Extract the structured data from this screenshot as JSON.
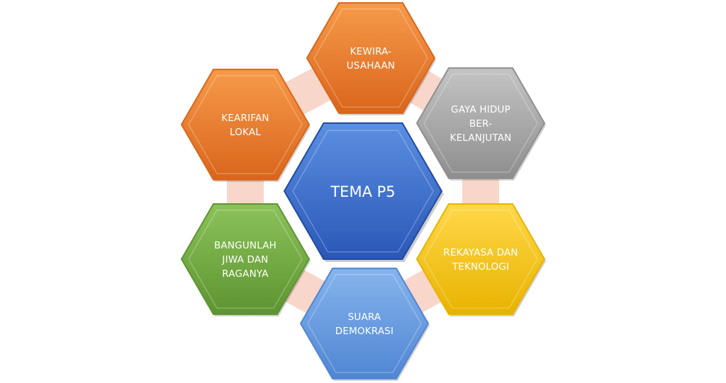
{
  "center": {
    "label": "TEMA P5",
    "color_light": "#5b8fe0",
    "color_dark": "#2a57b8"
  },
  "themes": [
    {
      "id": "kewirausahaan",
      "lines": [
        "KEWIRA-",
        "USAHAAN"
      ],
      "color_light": "#f79a4a",
      "color_dark": "#d9651b"
    },
    {
      "id": "gaya-hidup",
      "lines": [
        "GAYA HIDUP",
        "BER-",
        "KELANJUTAN"
      ],
      "color_light": "#c4c4c4",
      "color_dark": "#8e8e8e"
    },
    {
      "id": "rekayasa",
      "lines": [
        "REKAYASA DAN",
        "TEKNOLOGI"
      ],
      "color_light": "#ffd84a",
      "color_dark": "#e8b300"
    },
    {
      "id": "suara-demokrasi",
      "lines": [
        "SUARA",
        "DEMOKRASI"
      ],
      "color_light": "#86b4ec",
      "color_dark": "#4f86d3"
    },
    {
      "id": "bangunlah",
      "lines": [
        "BANGUNLAH",
        "JIWA DAN",
        "RAGANYA"
      ],
      "color_light": "#8bc25a",
      "color_dark": "#5d9430"
    },
    {
      "id": "kearifan-lokal",
      "lines": [
        "KEARIFAN",
        "LOKAL"
      ],
      "color_light": "#f79a4a",
      "color_dark": "#d9651b"
    }
  ],
  "connector_color": "#f6c8b8"
}
